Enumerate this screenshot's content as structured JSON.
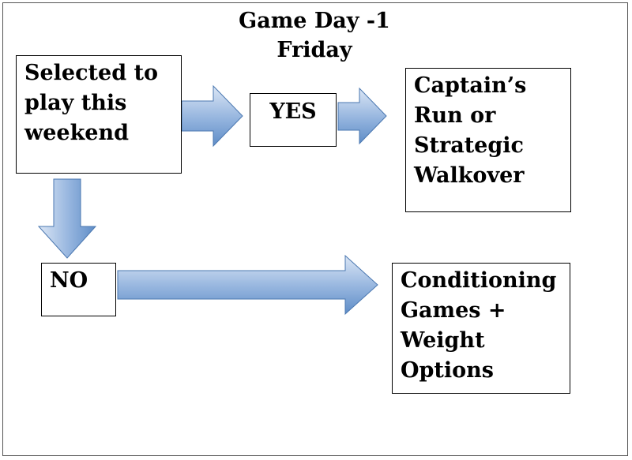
{
  "title": {
    "line1": "Game Day -1",
    "line2": "Friday"
  },
  "boxes": {
    "selected": "Selected to\nplay this\nweekend",
    "yes": "YES",
    "captain": "Captain’s\nRun or\nStrategic\nWalkover",
    "no": "NO",
    "conditioning": "Conditioning\nGames +\nWeight\nOptions"
  },
  "colors": {
    "arrow_fill_light": "#c9d9ee",
    "arrow_fill_dark": "#5f8dc7",
    "arrow_stroke": "#4a77b0",
    "box_border": "#000000"
  }
}
